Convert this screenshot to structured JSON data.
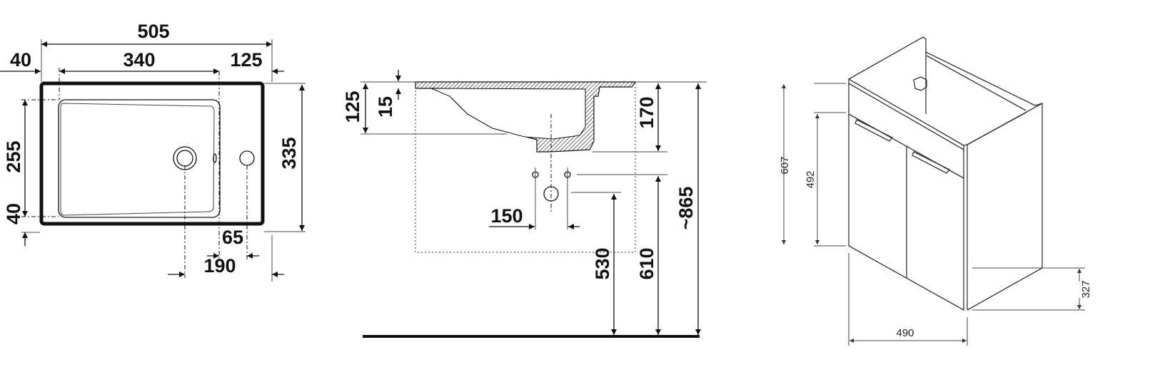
{
  "top_view": {
    "overall_width": "505",
    "left_margin": "40",
    "bowl_width": "340",
    "right_deck": "125",
    "overall_depth": "335",
    "bowl_depth": "255",
    "front_margin": "40",
    "tap_offset": "65",
    "drain_offset": "190"
  },
  "side_view": {
    "rim_height": "125",
    "rim_thickness": "15",
    "basin_depth": "170",
    "total_height": "~865",
    "waste_height": "610",
    "drain_height": "530",
    "supply_spacing": "150"
  },
  "cabinet_view": {
    "height": "607",
    "door_height": "492",
    "width": "490",
    "depth": "327"
  }
}
